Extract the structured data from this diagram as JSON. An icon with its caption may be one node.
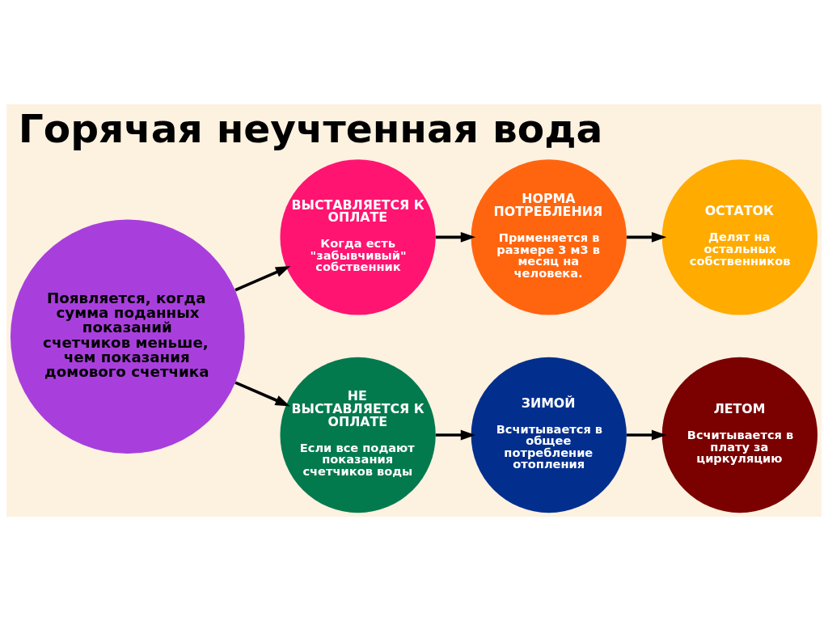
{
  "diagram": {
    "title": "Горячая неучтенная вода",
    "nodes": [
      {
        "text": [
          "Появляется, когда сумма поданных показаний счетчиков меньше, чем показания домового счетчика"
        ]
      },
      {
        "text": [
          "ВЫСТАВЛЯЕТСЯ К ОПЛАТЕ",
          "Когда есть \"забывчивый\" собственник"
        ]
      },
      {
        "text": [
          "НОРМА ПОТРЕБЛЕНИЯ",
          "Применяется в размере 3 м3 в месяц на человека."
        ]
      },
      {
        "text": [
          "ОСТАТОК",
          "Делят на остальных собственников"
        ]
      },
      {
        "text": [
          "НЕ ВЫСТАВЛЯЕТСЯ К ОПЛАТЕ",
          "Если все подают показания счетчиков воды"
        ]
      },
      {
        "text": [
          "ЗИМОЙ",
          "Всчитывается в общее потребление отопления"
        ]
      },
      {
        "text": [
          "ЛЕТОМ",
          "Всчитывается в плату за циркуляцию"
        ]
      }
    ],
    "edges": [
      {
        "from": 0,
        "to": 1,
        "arrow": "to"
      },
      {
        "from": 1,
        "to": 2,
        "arrow": "to"
      },
      {
        "from": 2,
        "to": 3,
        "arrow": "to"
      },
      {
        "from": 0,
        "to": 4,
        "arrow": "to"
      },
      {
        "from": 4,
        "to": 5,
        "arrow": "to"
      },
      {
        "from": 5,
        "to": 6,
        "arrow": "to"
      }
    ]
  }
}
